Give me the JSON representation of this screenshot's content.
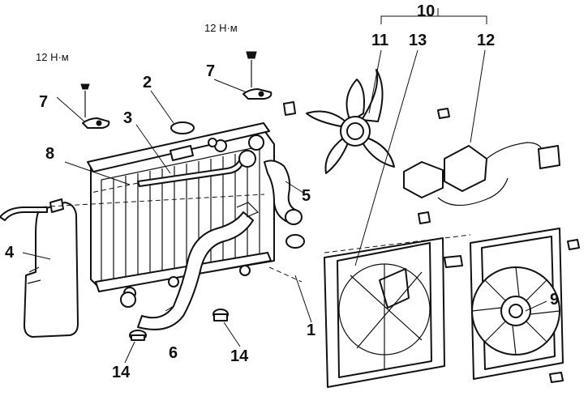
{
  "torque_labels": [
    "12 Н·м",
    "12 Н·м"
  ],
  "callouts": {
    "c1": "1",
    "c2": "2",
    "c3": "3",
    "c4": "4",
    "c5": "5",
    "c6": "6",
    "c7a": "7",
    "c7b": "7",
    "c8": "8",
    "c9": "9",
    "c10": "10",
    "c11": "11",
    "c12": "12",
    "c13": "13",
    "c14a": "14",
    "c14b": "14"
  }
}
